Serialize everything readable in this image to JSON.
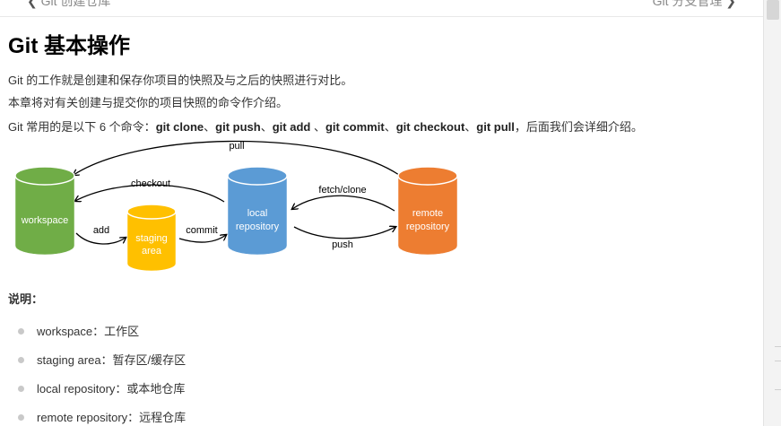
{
  "nav": {
    "prev_label": "Git 创建仓库",
    "next_label": "Git 分支管理"
  },
  "page_title": "Git 基本操作",
  "intro": {
    "line1": "Git 的工作就是创建和保存你项目的快照及与之后的快照进行对比。",
    "line2": "本章将对有关创建与提交你的项目快照的命令作介绍。",
    "line3_prefix": "Git 常用的是以下 6 个命令：",
    "cmd_clone": "git clone",
    "sep1": "、",
    "cmd_push": "git push",
    "sep2": "、",
    "cmd_add": "git add",
    "sep3": " 、",
    "cmd_commit": "git commit",
    "sep4": "、",
    "cmd_checkout": "git checkout",
    "sep5": "、",
    "cmd_pull": "git pull",
    "line3_suffix": "，后面我们会详细介绍。"
  },
  "diagram": {
    "workspace": "workspace",
    "staging_line1": "staging",
    "staging_line2": "area",
    "local_line1": "local",
    "local_line2": "repository",
    "remote_line1": "remote",
    "remote_line2": "repository",
    "arrow_pull": "pull",
    "arrow_checkout": "checkout",
    "arrow_fetch": "fetch/clone",
    "arrow_add": "add",
    "arrow_commit": "commit",
    "arrow_push": "push",
    "colors": {
      "workspace": "#70AD47",
      "staging": "#FFC000",
      "local": "#5B9BD5",
      "remote": "#ED7D31"
    }
  },
  "note_title": "说明：",
  "notes": [
    "workspace：工作区",
    "staging area：暂存区/缓存区",
    "local repository：或本地仓库",
    "remote repository：远程仓库"
  ]
}
